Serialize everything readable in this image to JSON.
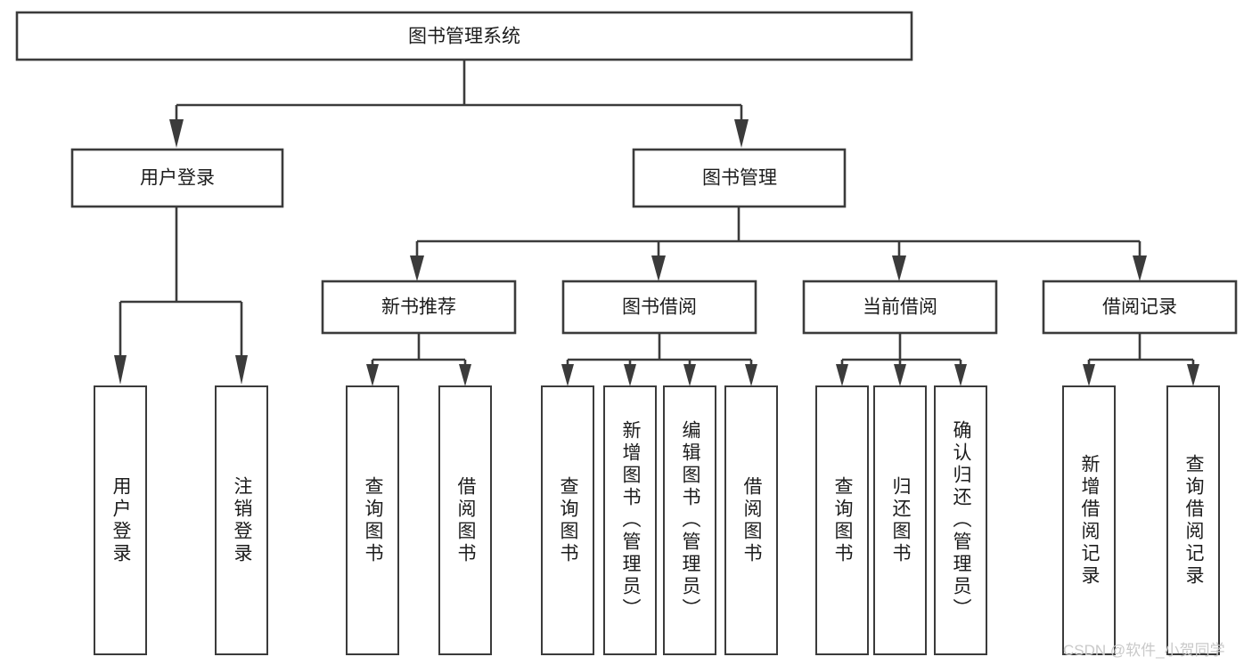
{
  "diagram": {
    "title": "图书管理系统",
    "type": "tree",
    "root": {
      "id": "root",
      "label": "图书管理系统",
      "orientation": "horizontal"
    },
    "level2": [
      {
        "id": "user-login",
        "label": "用户登录",
        "orientation": "horizontal"
      },
      {
        "id": "book-manage",
        "label": "图书管理",
        "orientation": "horizontal"
      }
    ],
    "level3": [
      {
        "id": "new-book-recommend",
        "label": "新书推荐",
        "parent": "book-manage",
        "orientation": "horizontal"
      },
      {
        "id": "book-borrow",
        "label": "图书借阅",
        "parent": "book-manage",
        "orientation": "horizontal"
      },
      {
        "id": "current-borrow",
        "label": "当前借阅",
        "parent": "book-manage",
        "orientation": "horizontal"
      },
      {
        "id": "borrow-record",
        "label": "借阅记录",
        "parent": "book-manage",
        "orientation": "horizontal"
      }
    ],
    "leaves": [
      {
        "id": "leaf-user-login",
        "label": "用户登录",
        "parent": "user-login",
        "orientation": "vertical"
      },
      {
        "id": "leaf-logout",
        "label": "注销登录",
        "parent": "user-login",
        "orientation": "vertical"
      },
      {
        "id": "leaf-query-book-1",
        "label": "查询图书",
        "parent": "new-book-recommend",
        "orientation": "vertical"
      },
      {
        "id": "leaf-borrow-book-1",
        "label": "借阅图书",
        "parent": "new-book-recommend",
        "orientation": "vertical"
      },
      {
        "id": "leaf-query-book-2",
        "label": "查询图书",
        "parent": "book-borrow",
        "orientation": "vertical"
      },
      {
        "id": "leaf-add-book",
        "label": "新增图书（管理员）",
        "parent": "book-borrow",
        "orientation": "vertical"
      },
      {
        "id": "leaf-edit-book",
        "label": "编辑图书（管理员）",
        "parent": "book-borrow",
        "orientation": "vertical"
      },
      {
        "id": "leaf-borrow-book-2",
        "label": "借阅图书",
        "parent": "book-borrow",
        "orientation": "vertical"
      },
      {
        "id": "leaf-query-book-3",
        "label": "查询图书",
        "parent": "current-borrow",
        "orientation": "vertical"
      },
      {
        "id": "leaf-return-book",
        "label": "归还图书",
        "parent": "current-borrow",
        "orientation": "vertical"
      },
      {
        "id": "leaf-confirm-return",
        "label": "确认归还（管理员）",
        "parent": "current-borrow",
        "orientation": "vertical"
      },
      {
        "id": "leaf-add-record",
        "label": "新增借阅记录",
        "parent": "borrow-record",
        "orientation": "vertical"
      },
      {
        "id": "leaf-query-record",
        "label": "查询借阅记录",
        "parent": "borrow-record",
        "orientation": "vertical"
      }
    ],
    "colors": {
      "stroke": "#3b3b3b",
      "fill": "#ffffff",
      "text": "#1c1c1c",
      "watermark": "#c9c9c9",
      "background": "#ffffff"
    }
  },
  "watermark": {
    "text": "CSDN @软件_小贺同学"
  }
}
